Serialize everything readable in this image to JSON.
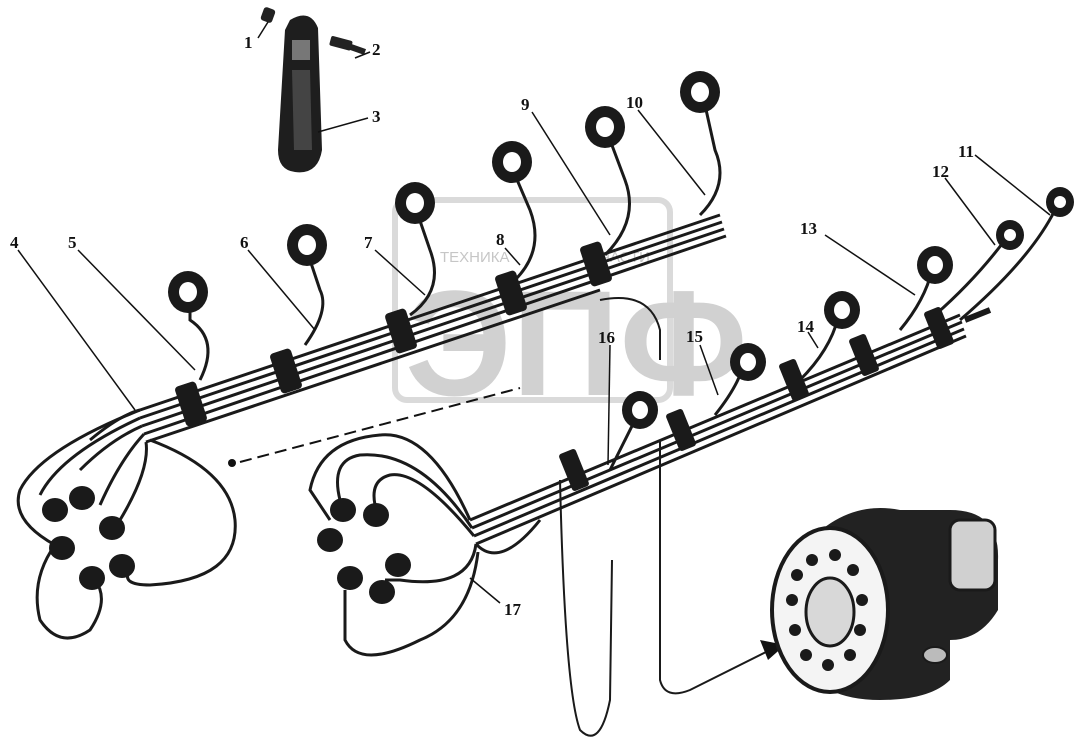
{
  "diagram": {
    "callouts": [
      {
        "id": "c1",
        "text": "1"
      },
      {
        "id": "c2",
        "text": "2"
      },
      {
        "id": "c3",
        "text": "3"
      },
      {
        "id": "c4",
        "text": "4"
      },
      {
        "id": "c5",
        "text": "5"
      },
      {
        "id": "c6",
        "text": "6"
      },
      {
        "id": "c7",
        "text": "7"
      },
      {
        "id": "c8",
        "text": "8"
      },
      {
        "id": "c9",
        "text": "9"
      },
      {
        "id": "c10",
        "text": "10"
      },
      {
        "id": "c11",
        "text": "11"
      },
      {
        "id": "c12",
        "text": "12"
      },
      {
        "id": "c13",
        "text": "13"
      },
      {
        "id": "c14",
        "text": "14"
      },
      {
        "id": "c15",
        "text": "15"
      },
      {
        "id": "c16",
        "text": "16"
      },
      {
        "id": "c17",
        "text": "17"
      }
    ]
  },
  "watermark": {
    "logo": "ЭПФ",
    "left_text": "ТЕХНИКА",
    "right_text": "ЧАСТИ"
  }
}
